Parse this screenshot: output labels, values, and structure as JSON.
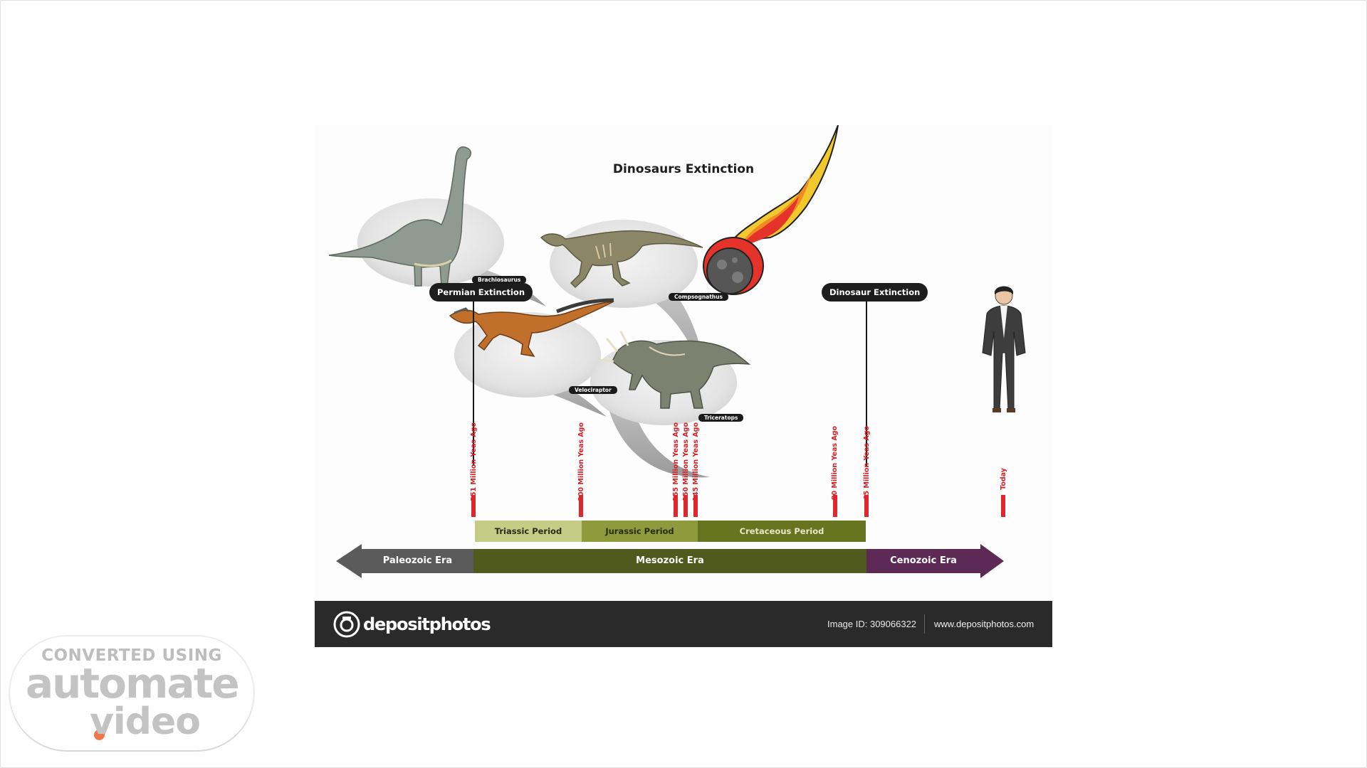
{
  "infographic": {
    "title": "Dinosaurs Extinction",
    "events": {
      "permian": "Permian Extinction",
      "dinosaur": "Dinosaur Extinction"
    },
    "dinosaurs": [
      "Brachiosaurus",
      "Compsognathus",
      "Velociraptor",
      "Triceratops"
    ],
    "year_labels": [
      "251 Million Yeas Ago",
      "200 Million Yeas Ago",
      "155 Million Yeas Ago",
      "150 Million Yeas Ago",
      "145 Million Yeas Ago",
      "80 Million Yeas Ago",
      "65 Million Yeas Ago",
      "Today"
    ],
    "periods": [
      "Triassic Period",
      "Jurassic Period",
      "Cretaceous Period"
    ],
    "eras": [
      "Paleozoic Era",
      "Mesozoic Era",
      "Cenozoic Era"
    ],
    "colors": {
      "paleozoic": "#5b5b5b",
      "mesozoic": "#4f5a1c",
      "cenozoic": "#5c2a55",
      "triassic": "#c4cc86",
      "jurassic": "#8d9b3c",
      "cretaceous": "#66731f",
      "tick": "#e0262d"
    }
  },
  "footer": {
    "brand": "depositphotos",
    "image_id": "Image ID: 309066322",
    "url": "www.depositphotos.com"
  },
  "badge": {
    "line1": "CONVERTED USING",
    "line2": "automate",
    "line3": "video"
  }
}
